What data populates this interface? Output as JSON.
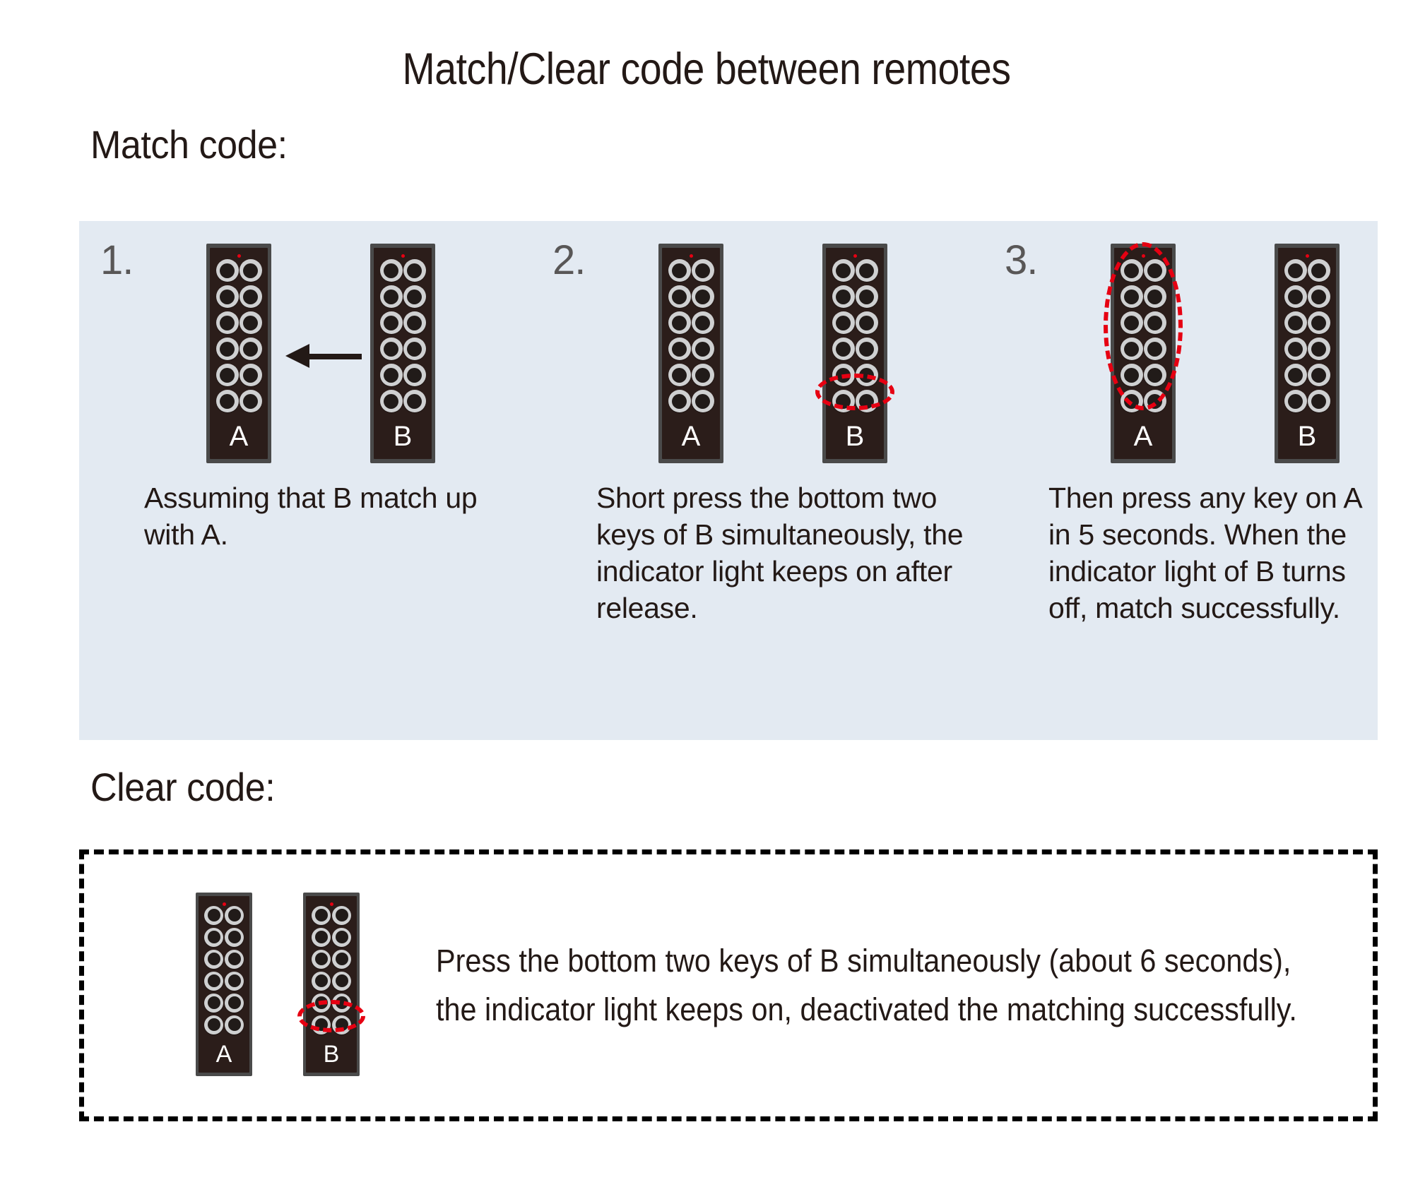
{
  "title": "Match/Clear code between remotes",
  "match_section": {
    "heading": "Match code:",
    "panel_bg": "#e3eaf2",
    "steps": [
      {
        "number": "1.",
        "devices": [
          {
            "label": "A",
            "has_led": true,
            "rows": 6,
            "cols": 2
          },
          {
            "label": "B",
            "has_led": true,
            "rows": 6,
            "cols": 2
          }
        ],
        "annotation": "left-arrow",
        "caption": "Assuming that B match up with A."
      },
      {
        "number": "2.",
        "devices": [
          {
            "label": "A",
            "has_led": true,
            "rows": 6,
            "cols": 2
          },
          {
            "label": "B",
            "has_led": true,
            "rows": 6,
            "cols": 2
          }
        ],
        "annotation": "red-dashed-ellipse-bottom-row-of-B",
        "caption": "Short press the bottom two keys of B simultaneously, the indicator light keeps on after release."
      },
      {
        "number": "3.",
        "devices": [
          {
            "label": "A",
            "has_led": true,
            "rows": 6,
            "cols": 2
          },
          {
            "label": "B",
            "has_led": true,
            "rows": 6,
            "cols": 2
          }
        ],
        "annotation": "red-dashed-ellipse-all-keys-of-A",
        "caption": "Then press any key on A in 5 seconds. When the indicator light of B turns off, match successfully."
      }
    ]
  },
  "clear_section": {
    "heading": "Clear code:",
    "devices": [
      {
        "label": "A",
        "has_led": true,
        "rows": 6,
        "cols": 2
      },
      {
        "label": "B",
        "has_led": true,
        "rows": 6,
        "cols": 2
      }
    ],
    "annotation": "red-dashed-ellipse-bottom-row-of-B",
    "text": "Press the bottom two keys of B simultaneously (about 6 seconds), the indicator light keeps on, deactivated the matching successfully."
  },
  "colors": {
    "highlight_red": "#e60012",
    "panel_bg": "#e3eaf2",
    "text": "#231916",
    "step_number": "#595757",
    "remote_frame": "#4a4a4a",
    "remote_body": "#2b1d1a",
    "key_ring": "#cfd0d1",
    "key_center": "#211b19"
  }
}
